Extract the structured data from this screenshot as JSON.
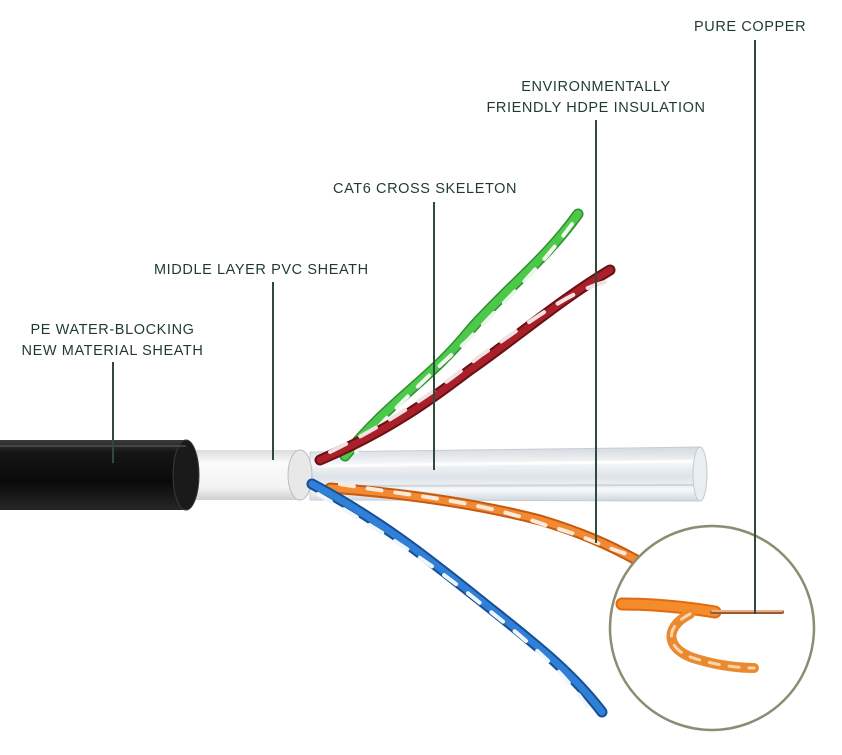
{
  "colors": {
    "label_text": "#1f3b30",
    "leader_line": "#2f4a3c",
    "outer_jacket": "#111111",
    "middle_sheath": "#f1f1f1",
    "cross_skeleton": "#e6eaed",
    "pair_green": "#3dbb3a",
    "pair_brown": "#9e1c24",
    "pair_orange": "#f07b24",
    "pair_blue": "#2a73c9",
    "copper": "#c98a5a"
  },
  "labels": {
    "pure_copper": "PURE COPPER",
    "hdpe_line1": "ENVIRONMENTALLY",
    "hdpe_line2": "FRIENDLY HDPE INSULATION",
    "skeleton": "CAT6 CROSS SKELETON",
    "pvc": "MIDDLE LAYER PVC SHEATH",
    "pe_line1": "PE WATER-BLOCKING",
    "pe_line2": "NEW MATERIAL SHEATH"
  }
}
